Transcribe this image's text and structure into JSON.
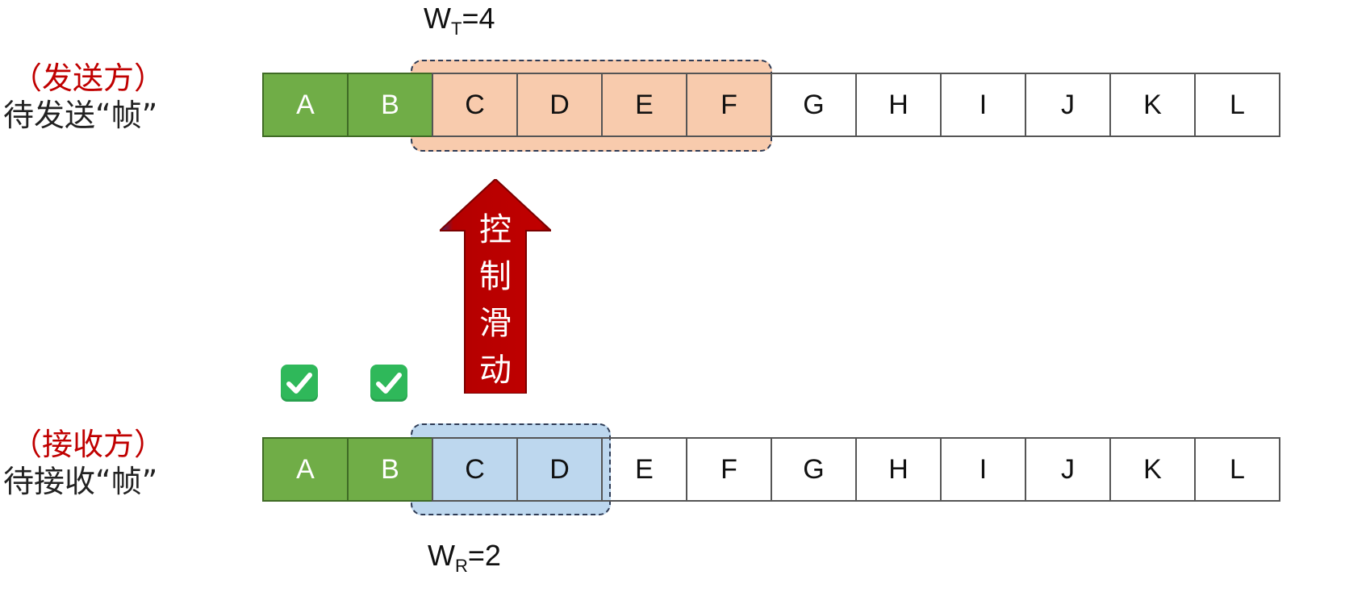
{
  "sender": {
    "role": "（发送方）",
    "label": "待发送“帧”",
    "window_title": {
      "main": "W",
      "sub": "T",
      "rest": "=4"
    },
    "frames": [
      "A",
      "B",
      "C",
      "D",
      "E",
      "F",
      "G",
      "H",
      "I",
      "J",
      "K",
      "L"
    ],
    "confirmed_count": 2,
    "window_start": 2,
    "window_size": 4
  },
  "receiver": {
    "role": "（接收方）",
    "label": "待接收“帧”",
    "window_title": {
      "main": "W",
      "sub": "R",
      "rest": "=2"
    },
    "frames": [
      "A",
      "B",
      "C",
      "D",
      "E",
      "F",
      "G",
      "H",
      "I",
      "J",
      "K",
      "L"
    ],
    "confirmed_count": 2,
    "window_start": 2,
    "window_size": 2
  },
  "control_arrow": {
    "chars": [
      "控",
      "制",
      "滑",
      "动"
    ]
  },
  "acks": [
    {
      "icon": "check-mark-icon",
      "frame": "A"
    },
    {
      "icon": "check-mark-icon",
      "frame": "B"
    }
  ],
  "colors": {
    "done": "#70ad47",
    "sender_window": "#f8cbad",
    "receiver_window": "#bdd7ee",
    "arrow": "#c00000",
    "role_text": "#c00000",
    "check_bg": "#2fb85a"
  }
}
